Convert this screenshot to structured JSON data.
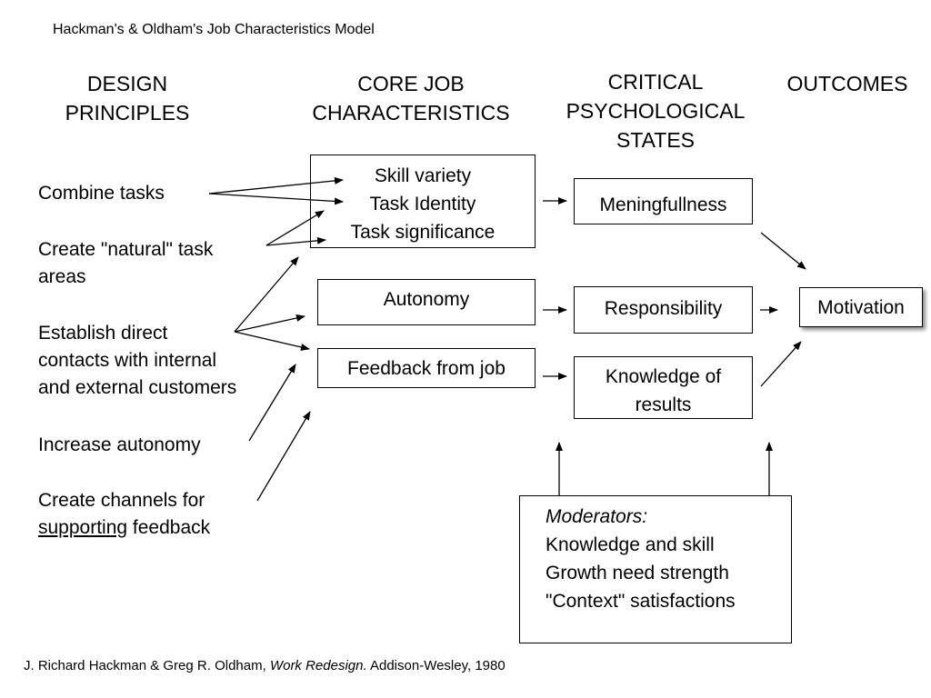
{
  "title": "Hackman's & Oldham's Job Characteristics Model",
  "headers": {
    "design_principles": [
      "DESIGN",
      "PRINCIPLES"
    ],
    "core_job_characteristics": [
      "CORE JOB",
      "CHARACTERISTICS"
    ],
    "critical_psychological_states": [
      "CRITICAL",
      "PSYCHOLOGICAL",
      "STATES"
    ],
    "outcomes": [
      "OUTCOMES"
    ]
  },
  "design_principles": {
    "combine_tasks": "Combine tasks",
    "natural_task_areas": [
      "Create \"natural\" task",
      "areas"
    ],
    "direct_contacts": [
      "Establish direct",
      "contacts with internal",
      "and external customers"
    ],
    "increase_autonomy": "Increase autonomy",
    "channels": {
      "line1": "Create channels for",
      "underlined": "supporting",
      "rest": " feedback"
    }
  },
  "core_job_characteristics": {
    "skill_box": [
      "Skill variety",
      "Task Identity",
      "Task significance"
    ],
    "autonomy": "Autonomy",
    "feedback": "Feedback from job"
  },
  "critical_states": {
    "meaningfulness": "Meningfullness",
    "responsibility": "Responsibility",
    "knowledge_of_results": [
      "Knowledge of",
      "results"
    ]
  },
  "outcomes": {
    "motivation": "Motivation"
  },
  "moderators": {
    "label": "Moderators:",
    "items": [
      "Knowledge and skill",
      "Growth need strength",
      "\"Context\" satisfactions"
    ]
  },
  "footnote": {
    "authors": "J. Richard Hackman & Greg R. Oldham, ",
    "work": "Work Redesign.",
    "publisher": " Addison-Wesley, 1980"
  }
}
